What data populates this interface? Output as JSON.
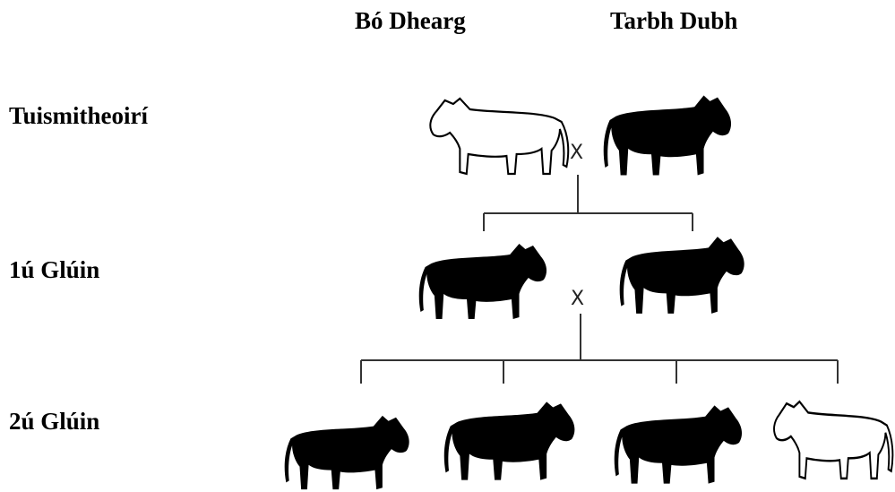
{
  "headers": {
    "parent1": "Bó Dhearg",
    "parent2": "Tarbh Dubh"
  },
  "rows": [
    {
      "label": "Tuismitheoirí"
    },
    {
      "label": "1ú Glúin"
    },
    {
      "label": "2ú Glúin"
    }
  ],
  "cross_symbol": "X",
  "cattle": {
    "parents": [
      {
        "role": "red cow",
        "coat": "red",
        "drawn": "outline"
      },
      {
        "role": "black bull",
        "coat": "black",
        "drawn": "filled"
      }
    ],
    "generation_1": [
      {
        "coat": "black",
        "drawn": "filled"
      },
      {
        "coat": "black",
        "drawn": "filled"
      }
    ],
    "generation_2": [
      {
        "coat": "black",
        "drawn": "filled"
      },
      {
        "coat": "black",
        "drawn": "filled"
      },
      {
        "coat": "black",
        "drawn": "filled"
      },
      {
        "coat": "red",
        "drawn": "outline"
      }
    ]
  },
  "colors": {
    "ink": "#000000",
    "background": "#ffffff"
  }
}
